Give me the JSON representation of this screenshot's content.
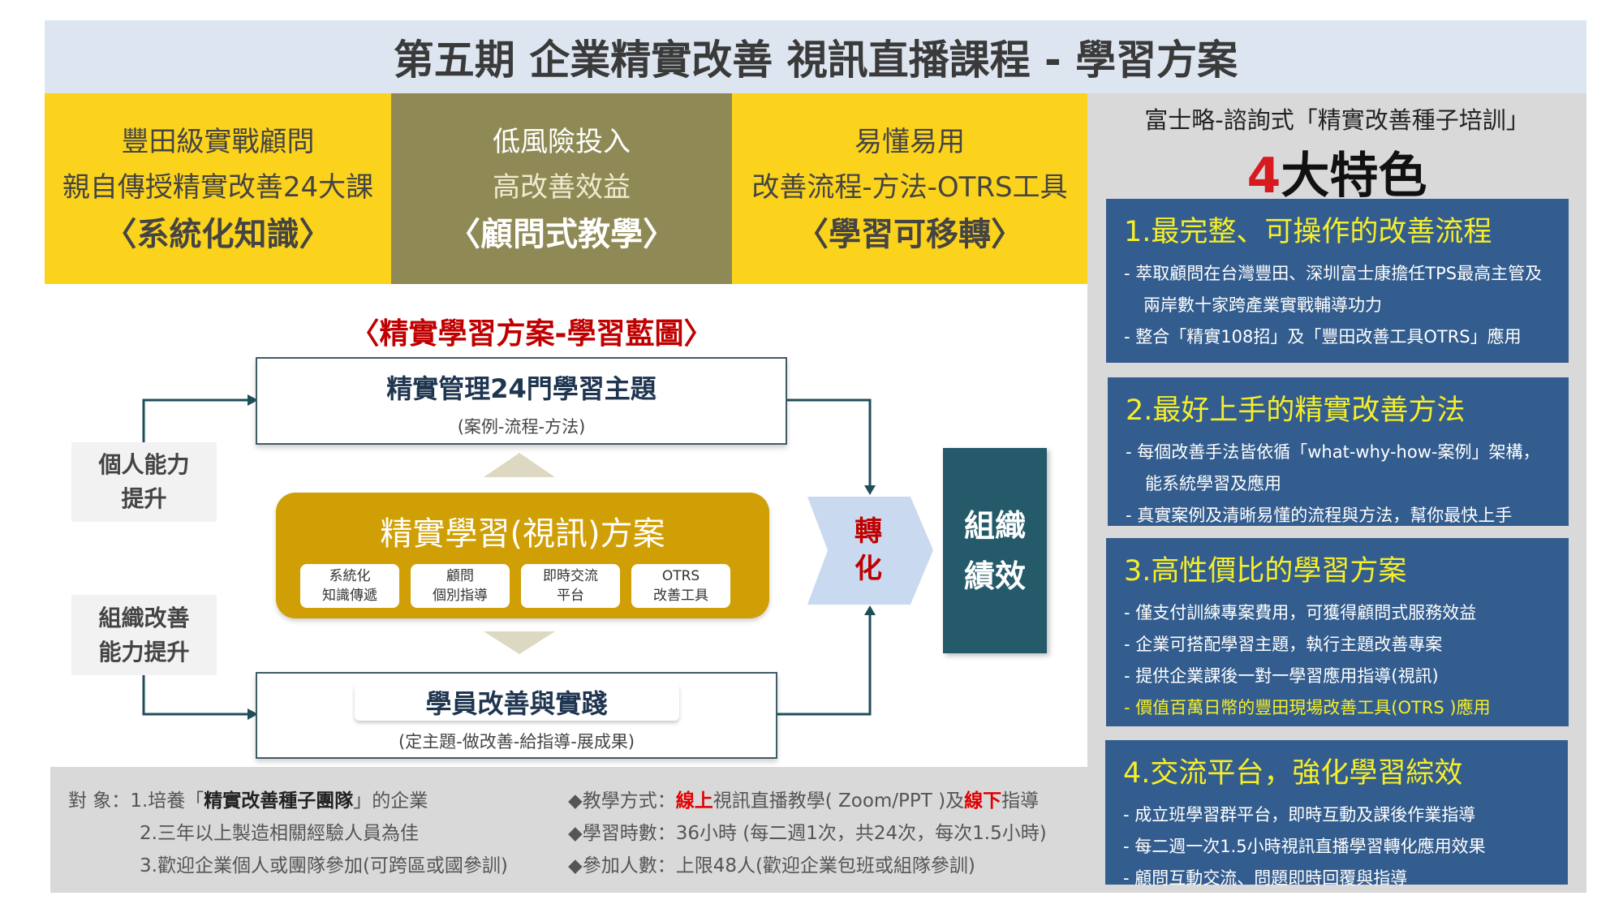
{
  "title": "第五期 企業精實改善 視訊直播課程 - 學習方案",
  "top_boxes": [
    {
      "l1": "豐田級實戰顧問",
      "l2": "親自傳授精實改善24大課",
      "l3": "〈系統化知識〉"
    },
    {
      "l1": "低風險投入",
      "l2": "高改善效益",
      "l3": "〈顧問式教學〉"
    },
    {
      "l1": "易懂易用",
      "l2": "改善流程-方法-OTRS工具",
      "l3": "〈學習可移轉〉"
    }
  ],
  "diagram": {
    "subtitle": "〈精實學習方案-學習藍圖〉",
    "top_title": "精實管理24門學習主題",
    "top_sub": "(案例-流程-方法)",
    "center_title": "精實學習(視訊)方案",
    "pills": [
      [
        "系統化",
        "知識傳遞"
      ],
      [
        "顧問",
        "個別指導"
      ],
      [
        "即時交流",
        "平台"
      ],
      [
        "OTRS",
        "改善工具"
      ]
    ],
    "bottom_title": "學員改善與實踐",
    "bottom_sub": "(定主題-做改善-給指導-展成果)",
    "left_top": [
      "個人能力",
      "提升"
    ],
    "left_bottom": [
      "組織改善",
      "能力提升"
    ],
    "transform": [
      "轉",
      "化"
    ],
    "org": [
      "組織",
      "績效"
    ]
  },
  "right": {
    "header": "富士略-諮詢式「精實改善種子培訓」",
    "big_num": "4",
    "big_text": "大特色",
    "cards": [
      {
        "title": "1.最完整、可操作的改善流程",
        "items": [
          "- 萃取顧問在台灣豐田、深圳富士康擔任TPS最高主管及兩岸數十家跨產業實戰輔導功力",
          "- 整合「精實108招」及「豐田改善工具OTRS」應用"
        ]
      },
      {
        "title": "2.最好上手的精實改善方法",
        "items": [
          "- 每個改善手法皆依循「what-why-how-案例」架構，能系統學習及應用",
          "- 真實案例及清晰易懂的流程與方法，幫你最快上手"
        ]
      },
      {
        "title": "3.高性價比的學習方案",
        "items": [
          "- 僅支付訓練專案費用，可獲得顧問式服務效益",
          "- 企業可搭配學習主題，執行主題改善專案",
          "- 提供企業課後一對一學習應用指導(視訊)",
          "- 價值百萬日幣的豐田現場改善工具(OTRS )應用"
        ]
      },
      {
        "title": "4.交流平台，強化學習綜效",
        "items": [
          "- 成立班學習群平台，即時互動及課後作業指導",
          "- 每二週一次1.5小時視訊直播學習轉化應用效果",
          "- 顧問互動交流、問題即時回覆與指導"
        ]
      }
    ]
  },
  "bottom": {
    "target_label": "對  象：",
    "t1_pre": "1.培養「",
    "t1_bold": "精實改善種子團隊",
    "t1_post": "」的企業",
    "t2": "2.三年以上製造相關經驗人員為佳",
    "t3": "3.歡迎企業個人或團隊參加(可跨區或國參訓)",
    "m_pre": "◆教學方式：",
    "m_r1": "線上",
    "m_mid": "視訊直播教學( Zoom/PPT )及",
    "m_r2": "線下",
    "m_post": "指導",
    "hours": "◆學習時數：36小時 (每二週1次，共24次，每次1.5小時)",
    "people": "◆參加人數：上限48人(歡迎企業包班或組隊參訓)"
  }
}
